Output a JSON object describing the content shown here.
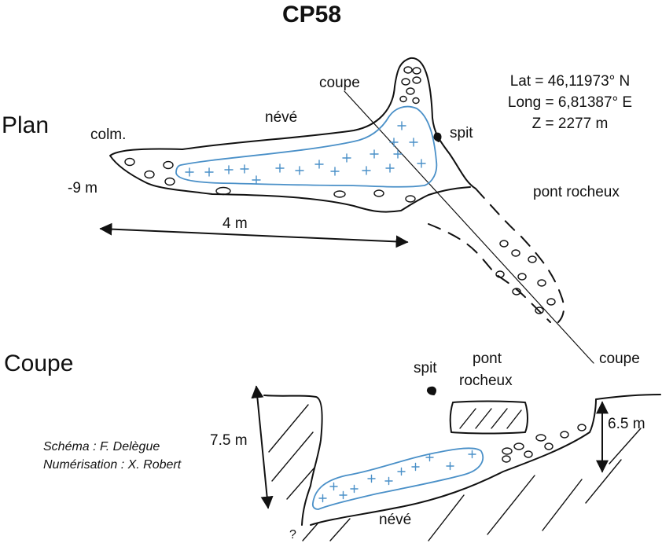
{
  "title": "CP58",
  "plan": {
    "heading": "Plan",
    "labels": {
      "coupe_top": "coupe",
      "neve": "névé",
      "colm": "colm.",
      "depth": "-9 m",
      "spit": "spit",
      "pont_rocheux": "pont rocheux",
      "width": "4 m",
      "coupe_bottom": "coupe"
    }
  },
  "coords": {
    "lat": "Lat = 46,11973° N",
    "long": "Long = 6,81387° E",
    "z": "Z = 2277 m"
  },
  "section": {
    "heading": "Coupe",
    "labels": {
      "spit": "spit",
      "pont_line1": "pont",
      "pont_line2": "rocheux",
      "height_left": "7.5 m",
      "height_right": "6.5 m",
      "neve": "névé",
      "unknown": "?"
    }
  },
  "credits": {
    "schema": "Schéma : F. Delègue",
    "numerisation": "Numérisation : X. Robert"
  },
  "colors": {
    "ink": "#111111",
    "snow": "#4a90c8"
  }
}
